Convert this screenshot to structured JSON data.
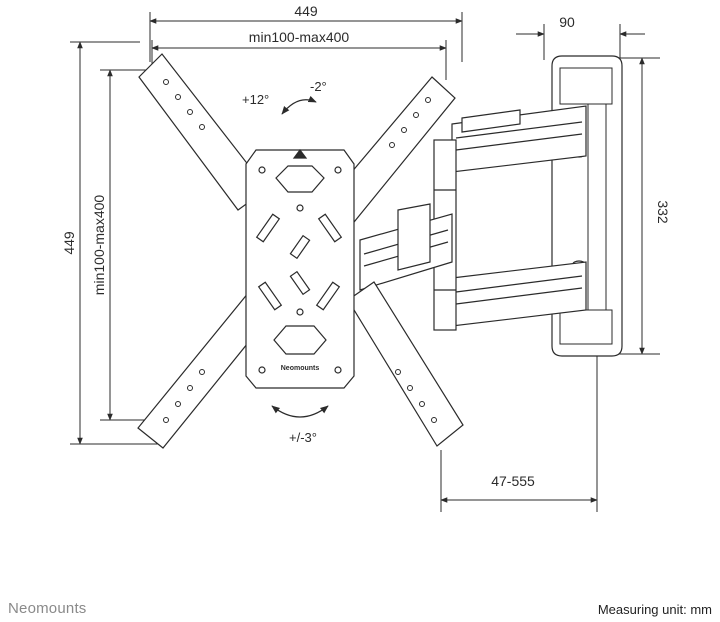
{
  "dimensions": {
    "overall_width": "449",
    "vesa_horizontal": "min100-max400",
    "overall_height": "449",
    "vesa_vertical": "min100-max400",
    "wall_plate_depth": "90",
    "wall_plate_height": "332",
    "extension_range": "47-555"
  },
  "rotation": {
    "tilt_up": "+12°",
    "tilt_down": "-2°",
    "swivel": "+/-3°"
  },
  "plate_brand": "Neomounts",
  "footer": {
    "brand": "Neomounts",
    "unit_note": "Measuring unit: mm"
  },
  "colors": {
    "line": "#2b2b2b",
    "fill": "#ffffff",
    "brand_gray": "#8a8a8a"
  }
}
